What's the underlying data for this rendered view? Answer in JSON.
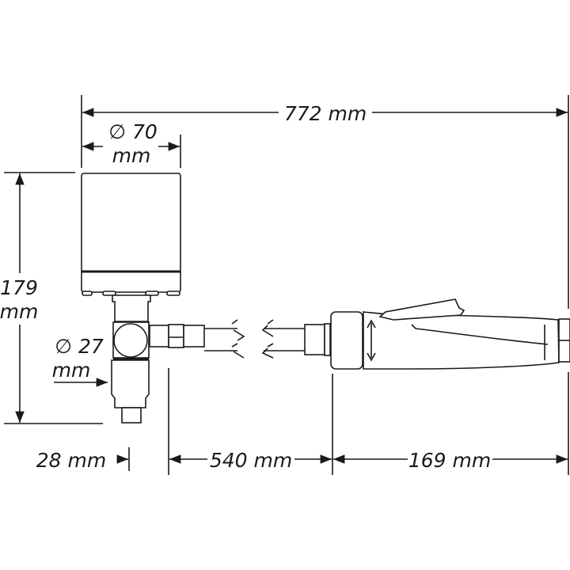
{
  "dimensions": {
    "overall_length": "772 mm",
    "head_diameter_value": "∅ 70",
    "head_diameter_unit": "mm",
    "height_value": "179",
    "height_unit": "mm",
    "outlet_diameter_value": "∅ 27",
    "outlet_diameter_unit": "mm",
    "outlet_offset": "28 mm",
    "hose_length": "540 mm",
    "tool_length": "169 mm"
  },
  "colors": {
    "line": "#1a1a1a",
    "background": "#ffffff"
  }
}
